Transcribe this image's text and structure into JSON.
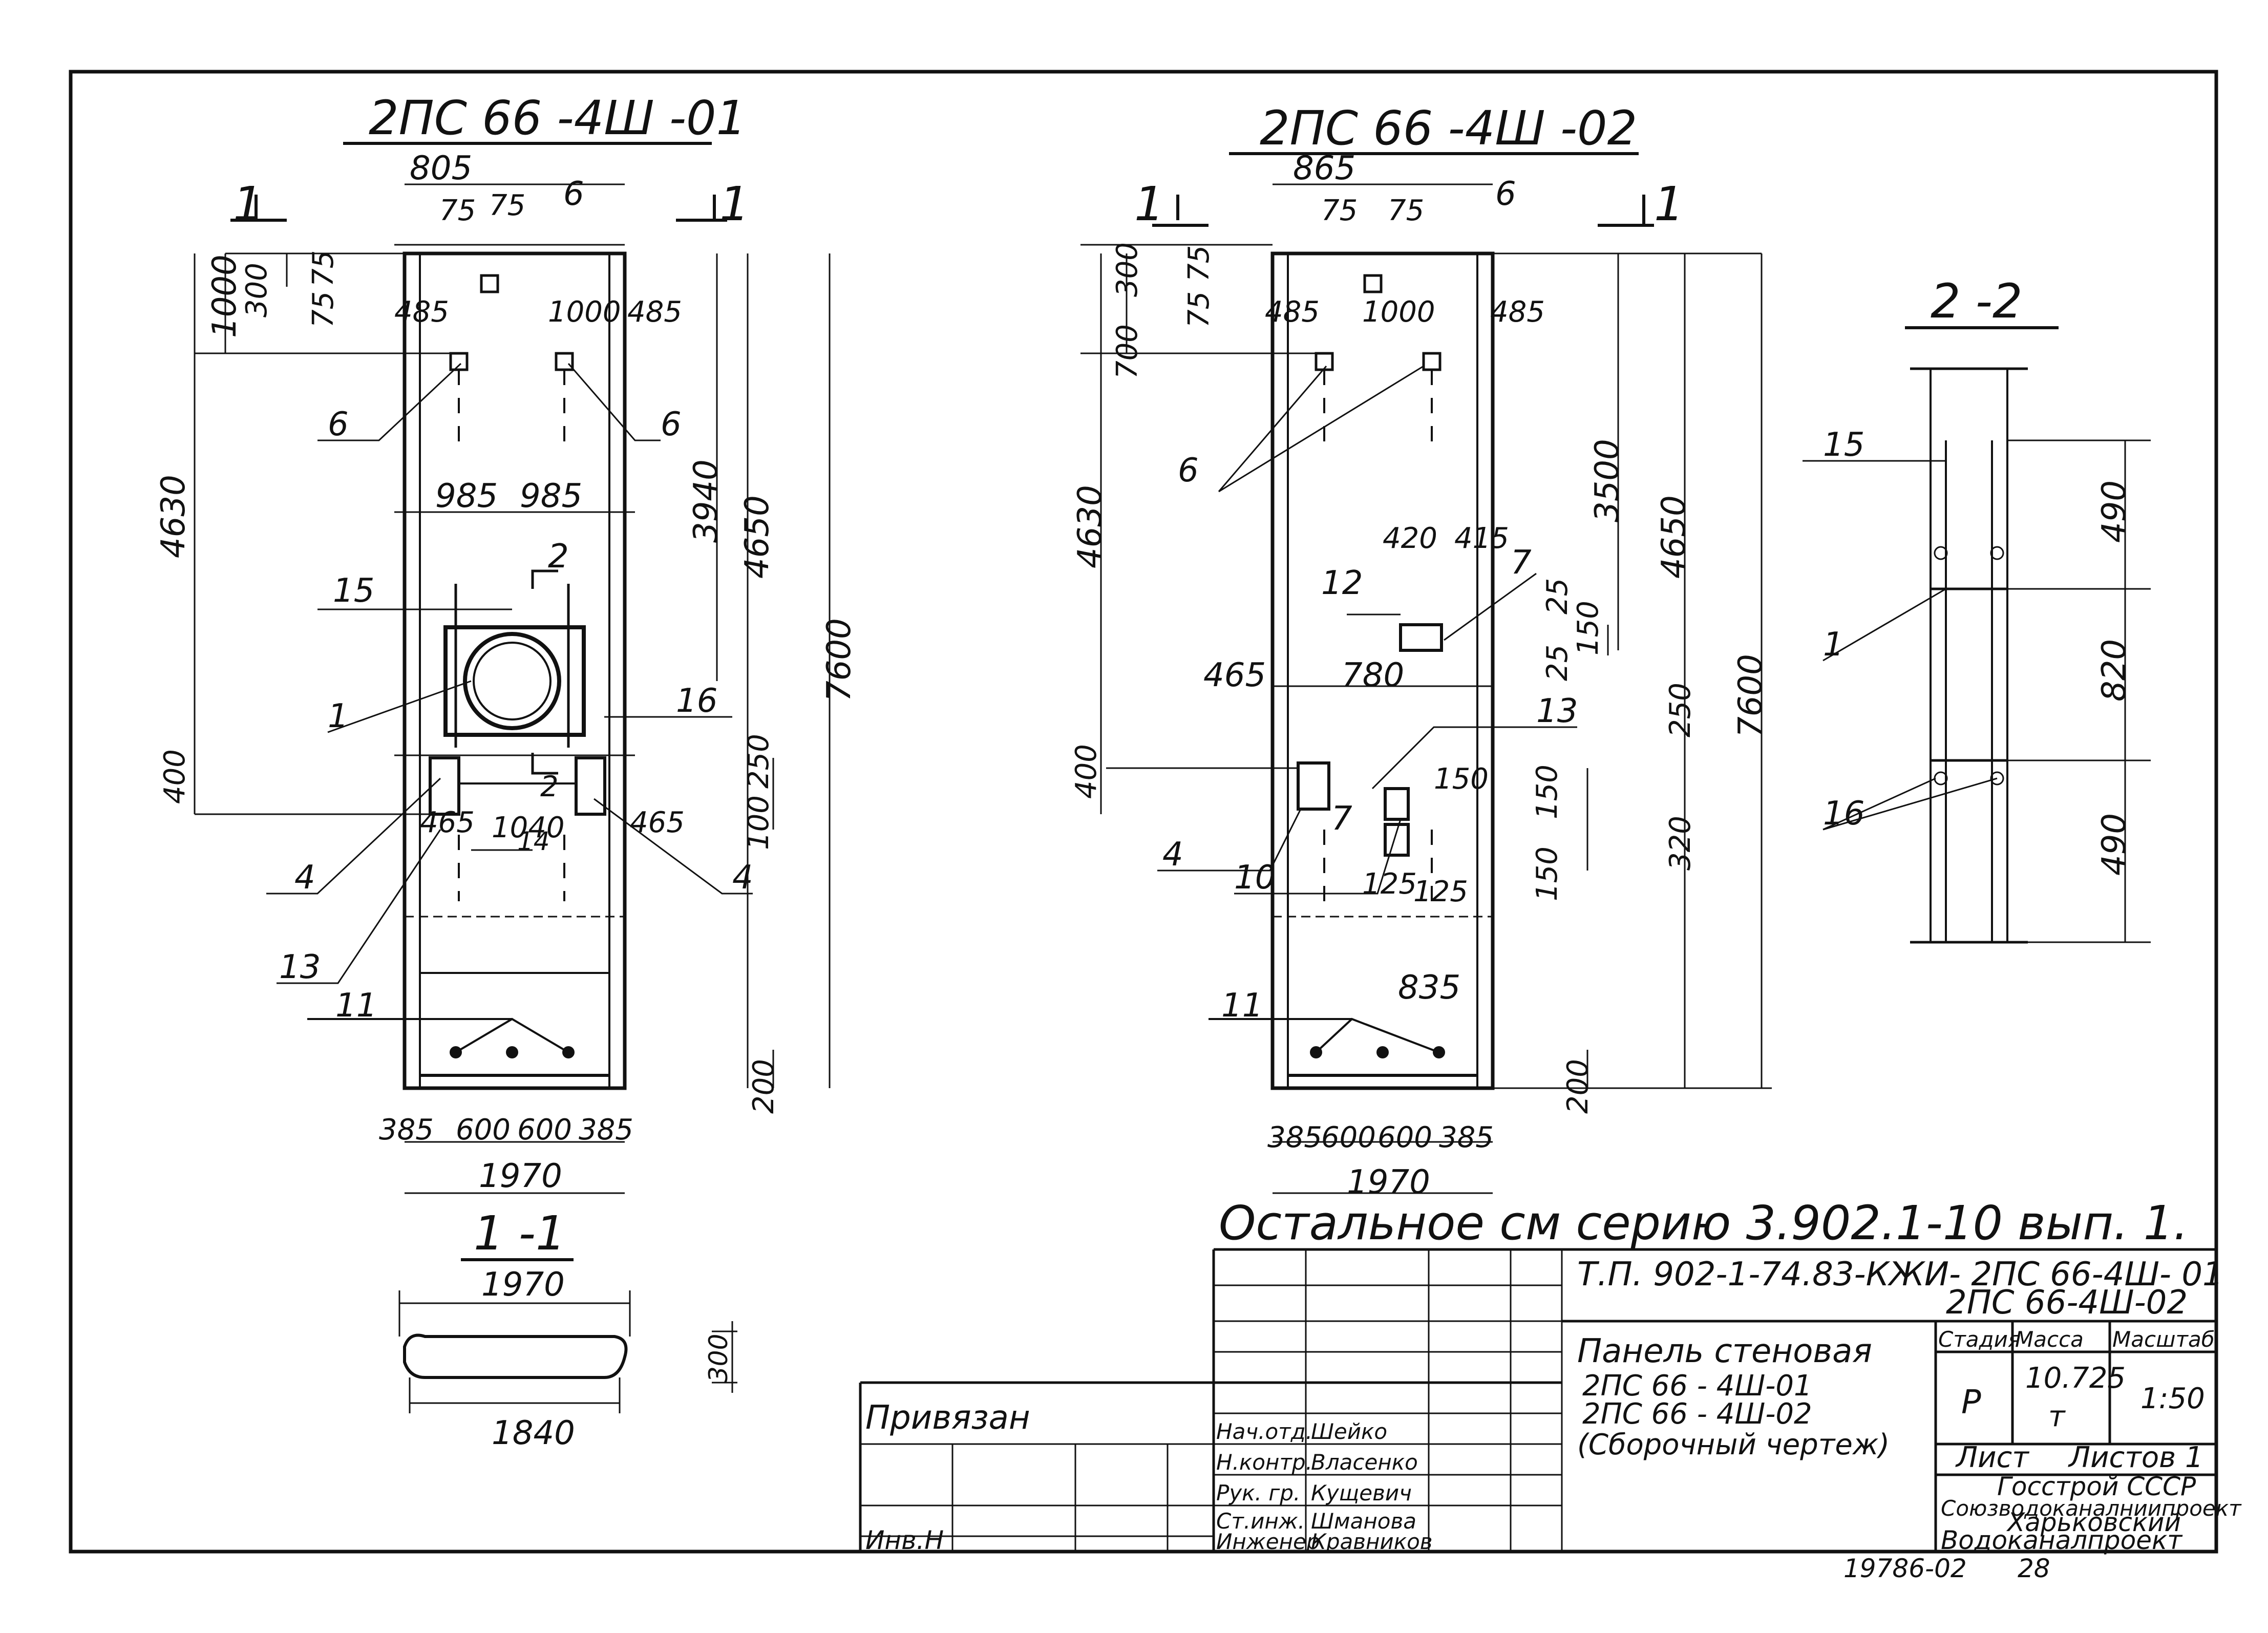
{
  "view_01": {
    "title": "2ПС 66 -4Ш -01",
    "section_mark": "1",
    "dims": [
      "805",
      "75",
      "75",
      "300",
      "75",
      "75",
      "1000",
      "485",
      "1000",
      "485",
      "4630",
      "3940",
      "4650",
      "7600",
      "985",
      "985",
      "400",
      "250",
      "100",
      "465",
      "1040",
      "465",
      "200",
      "385",
      "600",
      "600",
      "385",
      "1970"
    ],
    "cut_mark": "2",
    "callouts": [
      "6",
      "6",
      "6",
      "15",
      "1",
      "16",
      "4",
      "4",
      "13",
      "14",
      "11"
    ]
  },
  "view_02": {
    "title": "2ПС 66 -4Ш -02",
    "section_mark": "1",
    "dims": [
      "865",
      "75",
      "75",
      "300",
      "75",
      "75",
      "700",
      "485",
      "1000",
      "485",
      "4630",
      "3500",
      "4650",
      "7600",
      "420",
      "415",
      "25",
      "150",
      "25",
      "465",
      "780",
      "400",
      "250",
      "150",
      "150",
      "320",
      "150",
      "125",
      "125",
      "835",
      "200",
      "385",
      "600",
      "600",
      "385",
      "1970"
    ],
    "callouts": [
      "6",
      "6",
      "12",
      "7",
      "13",
      "4",
      "7",
      "10",
      "11"
    ]
  },
  "section_1_1": {
    "title": "1 -1",
    "dims": [
      "1970",
      "300",
      "1840"
    ]
  },
  "section_2_2": {
    "title": "2 -2",
    "dims": [
      "490",
      "820",
      "490"
    ],
    "callouts": [
      "15",
      "1",
      "16"
    ]
  },
  "note": "Остальное см серию 3.902.1-10 вып. 1.",
  "title_block": {
    "code_line1": "Т.П. 902-1-74.83-КЖИ- 2ПС 66-4Ш- 01",
    "code_line2": "2ПС 66-4Ш-02",
    "name_line1": "Панель стеновая",
    "name_line2": "2ПС 66 - 4Ш-01",
    "name_line3": "2ПС 66 - 4Ш-02",
    "name_line4": "(Сборочный чертеж)",
    "privyazan": "Привязан",
    "inv": "Инв.Н",
    "stage_label": "Стадия",
    "mass_label": "Масса",
    "scale_label": "Масштаб",
    "stage": "Р",
    "mass": "10.725",
    "mass_unit": "т",
    "scale": "1:50",
    "sheet_label": "Лист",
    "sheets_label": "Листов 1",
    "org_line1": "Госстрой СССР",
    "org_line2": "Союзводоканалниипроект",
    "org_line3": "Харьковский",
    "org_line4": "Водоканалпроект",
    "staff": [
      {
        "role": "Нач.отд.",
        "name": "Шейко"
      },
      {
        "role": "Н.контр.",
        "name": "Власенко"
      },
      {
        "role": "Рук. гр.",
        "name": "Кущевич"
      },
      {
        "role": "Ст.инж.",
        "name": "Шманова"
      },
      {
        "role": "Инженер",
        "name": "Кравников"
      }
    ]
  },
  "stamp_number": "19786-02",
  "page_number": "28"
}
